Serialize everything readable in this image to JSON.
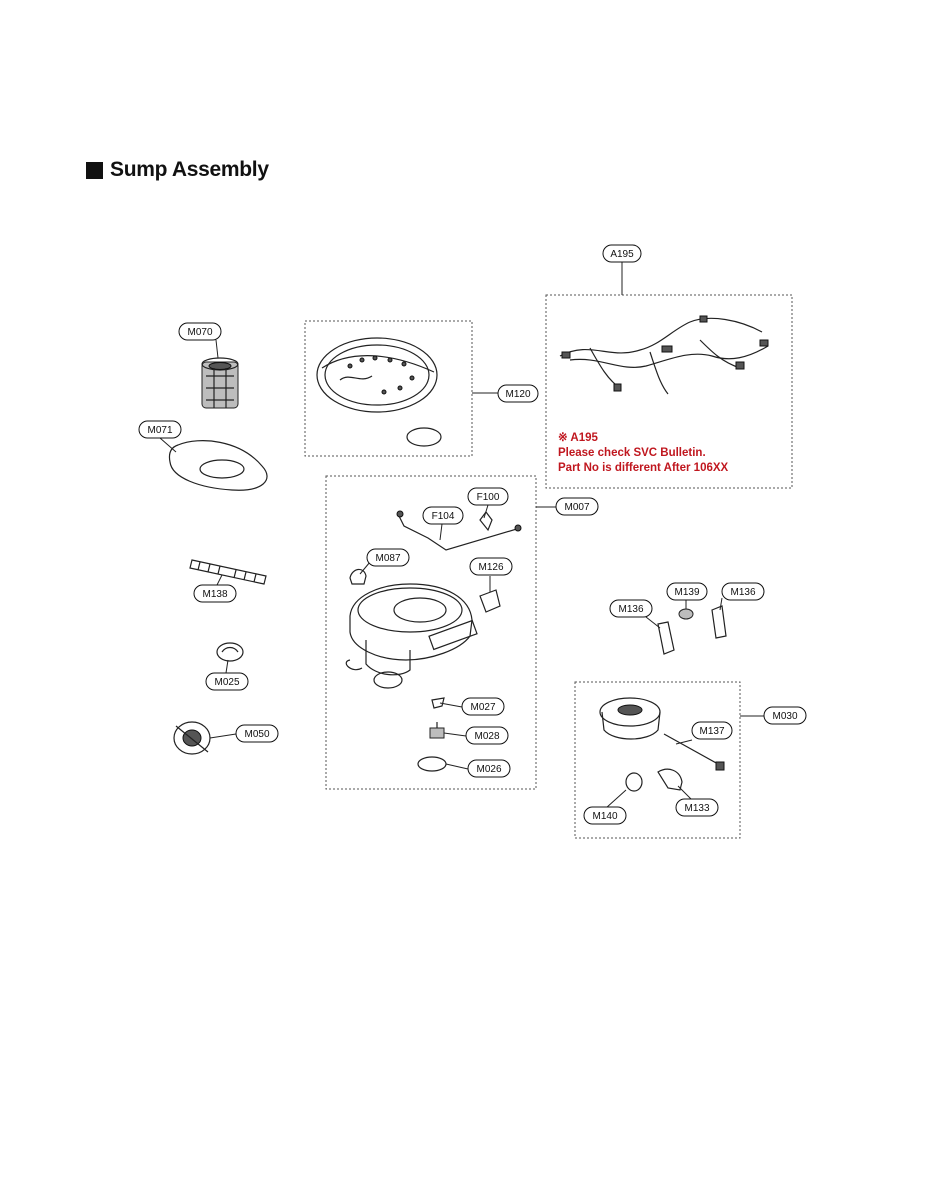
{
  "page": {
    "title": "Sump Assembly"
  },
  "note": {
    "line1": "※ A195",
    "line2": "Please check SVC Bulletin.",
    "line3": "Part No is different After 106XX",
    "color": "#c0171f"
  },
  "callouts": {
    "A195": "A195",
    "M120": "M120",
    "M070": "M070",
    "M071": "M071",
    "M007": "M007",
    "F100": "F100",
    "F104": "F104",
    "M087": "M087",
    "M126": "M126",
    "M138": "M138",
    "M139": "M139",
    "M136a": "M136",
    "M136b": "M136",
    "M025": "M025",
    "M027": "M027",
    "M028": "M028",
    "M026": "M026",
    "M050": "M050",
    "M030": "M030",
    "M137": "M137",
    "M133": "M133",
    "M140": "M140"
  }
}
